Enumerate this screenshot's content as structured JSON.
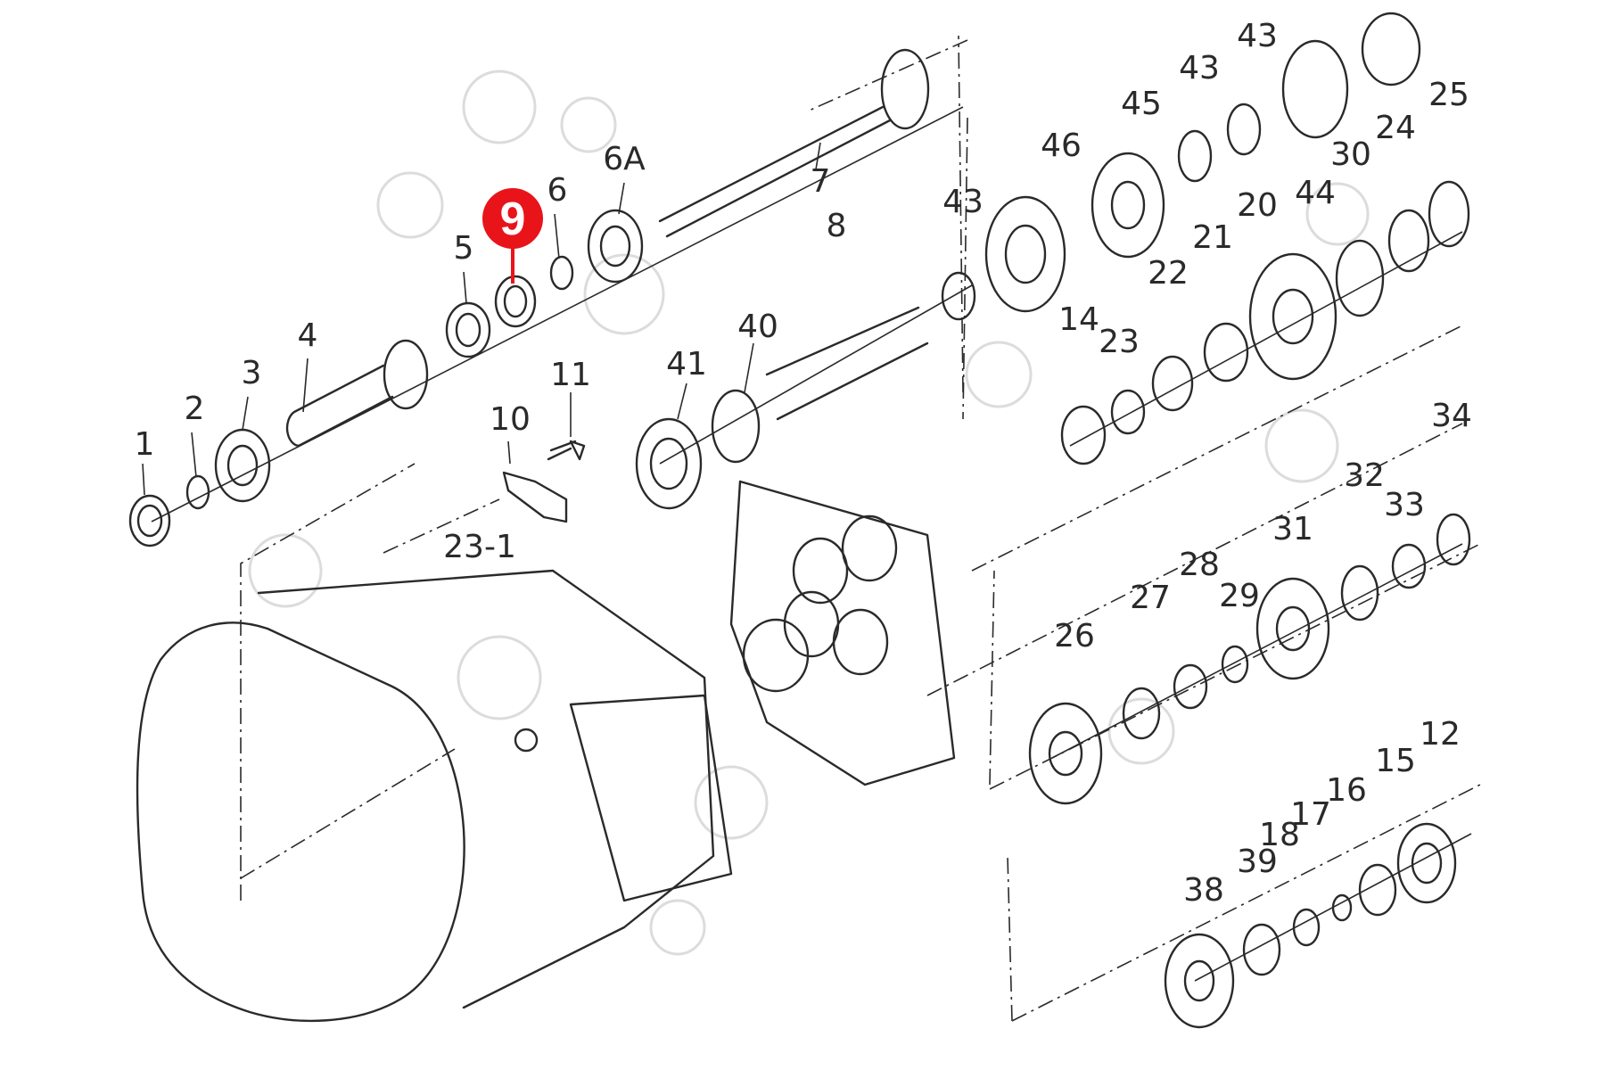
{
  "diagram": {
    "highlight": {
      "label": "9",
      "color": "#e8141a"
    },
    "labels": [
      "1",
      "2",
      "3",
      "4",
      "5",
      "6",
      "6A",
      "7",
      "8",
      "10",
      "11",
      "12",
      "14",
      "15",
      "16",
      "17",
      "18",
      "20",
      "21",
      "22",
      "23",
      "23-1",
      "24",
      "25",
      "26",
      "27",
      "28",
      "29",
      "30",
      "31",
      "32",
      "33",
      "34",
      "38",
      "39",
      "40",
      "41",
      "43",
      "43",
      "43",
      "44",
      "45",
      "46"
    ]
  }
}
